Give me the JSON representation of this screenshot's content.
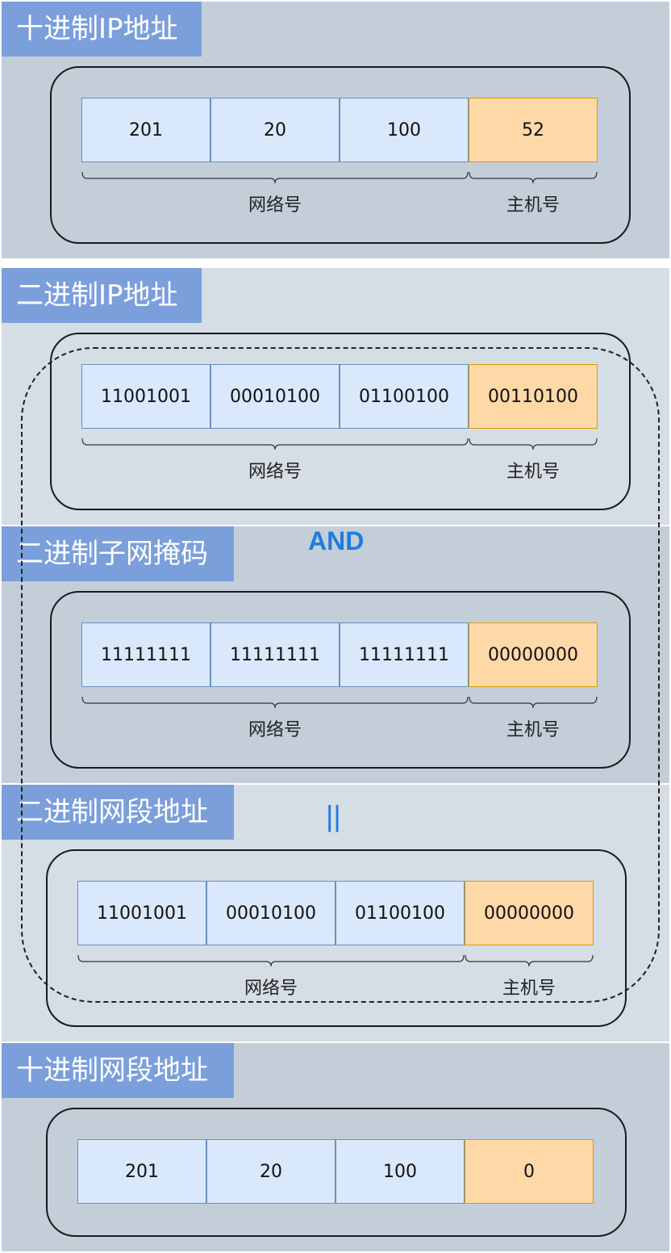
{
  "sections": [
    {
      "title": "十进制IP地址",
      "cells": [
        "201",
        "20",
        "100",
        "52"
      ],
      "network_label": "网络号",
      "host_label": "主机号"
    },
    {
      "title": "二进制IP地址",
      "cells": [
        "11001001",
        "00010100",
        "01100100",
        "00110100"
      ],
      "network_label": "网络号",
      "host_label": "主机号"
    },
    {
      "title": "二进制子网掩码",
      "cells": [
        "11111111",
        "11111111",
        "11111111",
        "00000000"
      ],
      "network_label": "网络号",
      "host_label": "主机号"
    },
    {
      "title": "二进制网段地址",
      "cells": [
        "11001001",
        "00010100",
        "01100100",
        "00000000"
      ],
      "network_label": "网络号",
      "host_label": "主机号"
    },
    {
      "title": "十进制网段地址",
      "cells": [
        "201",
        "20",
        "100",
        "0"
      ]
    }
  ],
  "operators": {
    "and": "AND",
    "equals": "||"
  },
  "colors": {
    "title_bg": "#7b9fdb",
    "network_cell": "#dae8fc",
    "host_cell": "#ffd8a8",
    "operator": "#1f7de0"
  }
}
